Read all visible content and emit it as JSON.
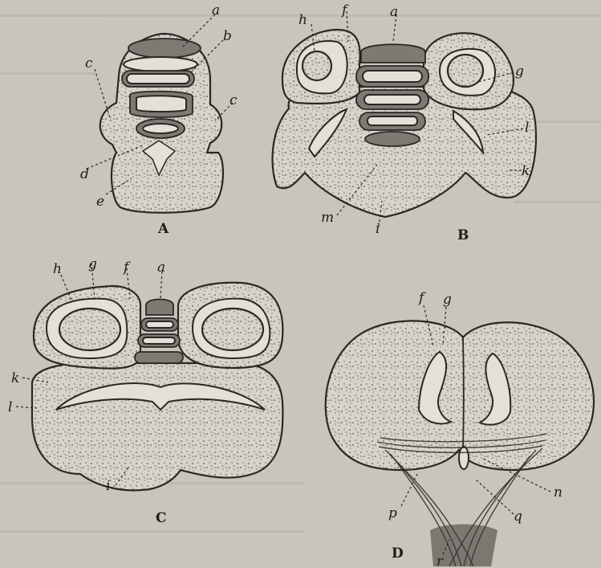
{
  "figure": {
    "panels": [
      {
        "id": "A",
        "title": "A",
        "labels": {
          "a": "a",
          "b": "b",
          "c_left": "c",
          "c_right": "c",
          "d": "d",
          "e": "e"
        }
      },
      {
        "id": "B",
        "title": "B",
        "labels": {
          "h": "h",
          "f": "f",
          "a": "a",
          "g": "g",
          "l": "l",
          "k": "k",
          "m": "m",
          "i": "i"
        }
      },
      {
        "id": "C",
        "title": "C",
        "labels": {
          "h": "h",
          "g": "g",
          "f": "f",
          "a": "a",
          "k": "k",
          "l": "l",
          "i": "i"
        }
      },
      {
        "id": "D",
        "title": "D",
        "labels": {
          "f": "f",
          "g": "g",
          "p": "p",
          "n": "n",
          "q": "q",
          "r": "r"
        }
      }
    ]
  },
  "colors": {
    "paper": "#c9c5bc",
    "ink": "#2a2825",
    "tissue": "#d7d3ca",
    "cavity": "#e3e0d8"
  }
}
